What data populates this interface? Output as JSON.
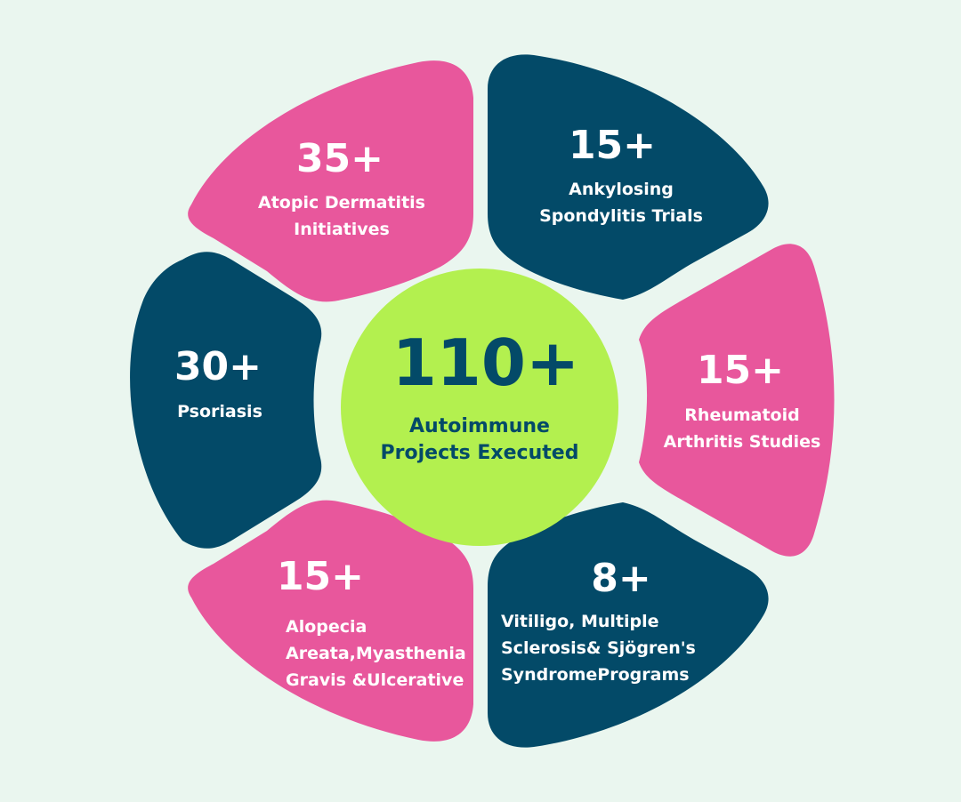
{
  "colors": {
    "background": "#eaf6ef",
    "pink": "#e8579c",
    "navy": "#034a68",
    "center_fill": "#b3f04f",
    "center_text": "#034a68",
    "segment_text": "#ffffff"
  },
  "center": {
    "value": "110+",
    "label_line1": "Autoimmune",
    "label_line2": "Projects Executed"
  },
  "segments": {
    "atopic": {
      "value": "35+",
      "label_lines": [
        "Atopic Dermatitis",
        "Initiatives"
      ]
    },
    "ankylosing": {
      "value": "15+",
      "label_lines": [
        "Ankylosing",
        "Spondylitis Trials"
      ]
    },
    "rheumatoid": {
      "value": "15+",
      "label_lines": [
        "Rheumatoid",
        "Arthritis Studies"
      ]
    },
    "vitiligo": {
      "value": "8+",
      "label_lines": [
        "Vitiligo, Multiple",
        "Sclerosis& Sjögren's",
        "SyndromePrograms"
      ]
    },
    "alopecia": {
      "value": "15+",
      "label_lines": [
        "Alopecia",
        "Areata,Myasthenia",
        "Gravis &Ulcerative"
      ]
    },
    "psoriasis": {
      "value": "30+",
      "label_lines": [
        "Psoriasis"
      ]
    }
  }
}
